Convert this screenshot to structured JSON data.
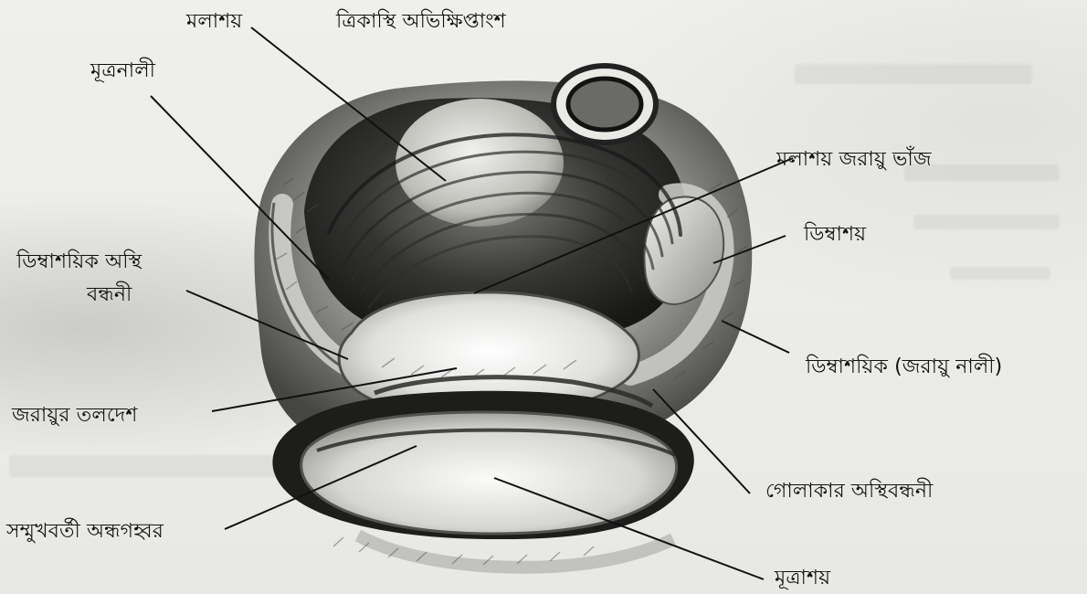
{
  "labels": {
    "rectum": "মলাশয়",
    "sacrum_part": "ত্রিকাস্থি অভিক্ষিপ্তাংশ",
    "urethra": "মূত্রনালী",
    "rectouterine_fold": "মলাশয় জরায়ু ভাঁজ",
    "ovary": "ডিম্বাশয়",
    "ovarian_ligament_line1": "ডিম্বাশয়িক অস্থি",
    "ovarian_ligament_line2": "বন্ধনী",
    "fallopian_tube": "ডিম্বাশয়িক (জরায়ু নালী)",
    "fundus_of_uterus": "জরায়ুর তলদেশ",
    "round_ligament": "গোলাকার অস্থিবন্ধনী",
    "anterior_cavity": "সম্মুখবর্তী অন্ধগহ্বর",
    "bladder": "মূত্রাশয়"
  }
}
